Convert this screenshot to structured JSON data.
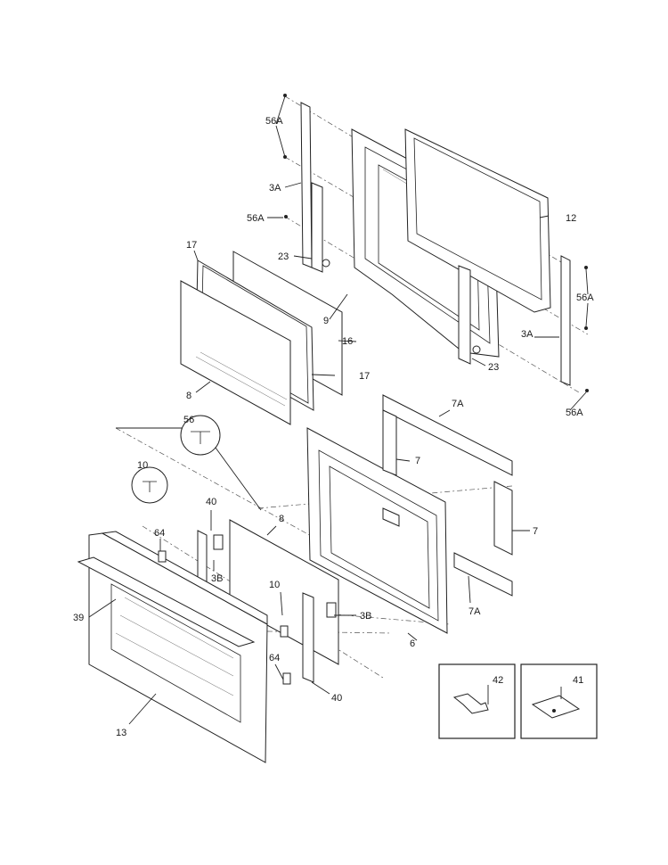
{
  "callouts": {
    "c56A_1": "56A",
    "c3A_1": "3A",
    "c56A_2": "56A",
    "c12": "12",
    "c17_1": "17",
    "c23_1": "23",
    "c56A_3": "56A",
    "c9": "9",
    "c3A_2": "3A",
    "c16": "16",
    "c17_2": "17",
    "c23_2": "23",
    "c8_1": "8",
    "c56A_4": "56A",
    "c7A_1": "7A",
    "c56": "56",
    "c7_1": "7",
    "c10_1": "10",
    "c40_1": "40",
    "c8_2": "8",
    "c7_2": "7",
    "c64_1": "64",
    "c3B_1": "3B",
    "c10_2": "10",
    "c7A_2": "7A",
    "c39": "39",
    "c3B_2": "3B",
    "c6": "6",
    "c64_2": "64",
    "c40_2": "40",
    "c42": "42",
    "c41": "41",
    "c13": "13"
  },
  "colors": {
    "line": "#222222",
    "background": "#ffffff"
  }
}
